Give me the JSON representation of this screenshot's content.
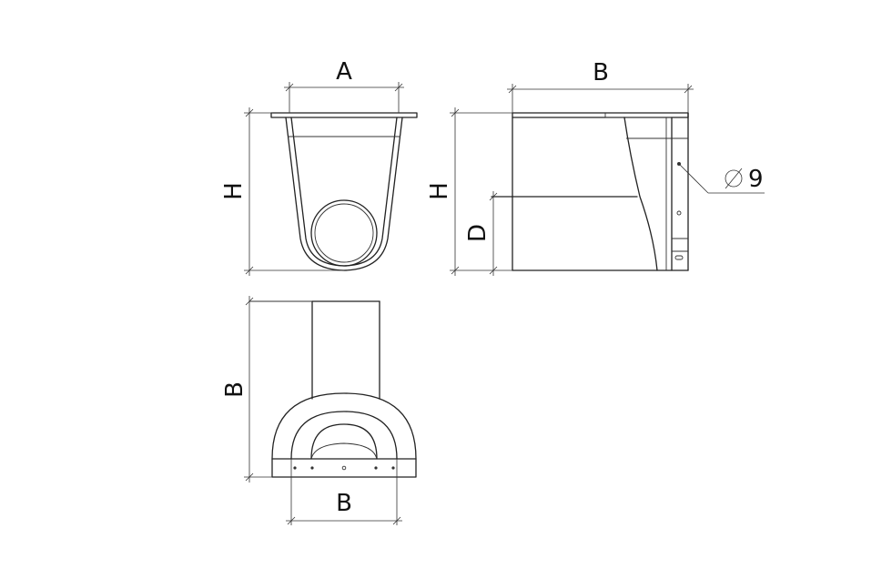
{
  "labels": {
    "front_width": "A",
    "front_height": "H",
    "side_width": "B",
    "side_height": "H",
    "side_outlet_height": "D",
    "hole_diameter_symbol": "∅",
    "hole_diameter_value": "9",
    "top_depth": "B",
    "top_width": "B"
  },
  "colors": {
    "line": "#222222",
    "background": "#ffffff"
  }
}
